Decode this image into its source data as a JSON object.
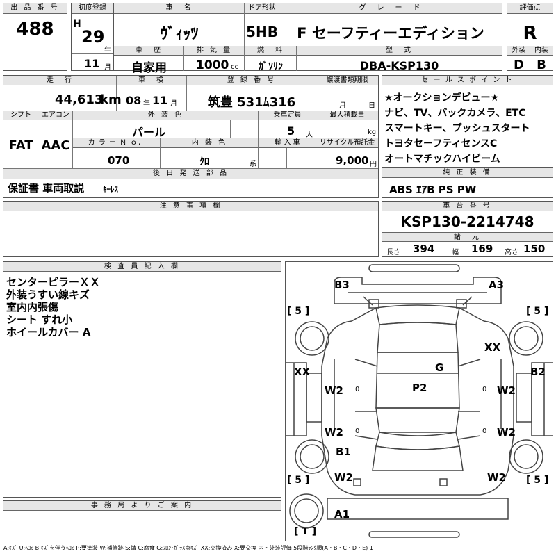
{
  "top": {
    "h_lot": "出 品 番 号",
    "lot": "488",
    "h_first_reg": "初度登録",
    "era": "H",
    "year": "29",
    "year_unit": "年",
    "month": "11",
    "month_unit": "月",
    "h_car_name": "車　名",
    "car_name": "ｳﾞｨｯﾂ",
    "h_door": "ドア形状",
    "door": "5HB",
    "h_grade": "グ　レ　ー　ド",
    "grade": "F セーフティーエディション",
    "h_score": "評価点",
    "score": "R",
    "h_history": "車　歴",
    "history": "自家用",
    "h_displacement": "排 気 量",
    "displacement": "1000",
    "displacement_unit": "cc",
    "h_fuel": "燃　料",
    "fuel": "ｶﾞｿﾘﾝ",
    "h_model": "型　式",
    "model": "DBA-KSP130",
    "h_exterior_grade": "外装",
    "exterior_grade": "D",
    "h_interior_grade": "内装",
    "interior_grade": "B"
  },
  "mid": {
    "h_mileage": "走　行",
    "mileage": "44,613",
    "mileage_unit": "km",
    "h_inspection": "車　検",
    "insp_year": "08",
    "insp_year_unit": "年",
    "insp_month": "11",
    "insp_month_unit": "月",
    "h_plate": "登 録 番 号",
    "plate": "筑豊 531ﾑ316",
    "h_transfer": "譲渡書類期限",
    "transfer_month": "月",
    "transfer_day": "日",
    "h_shift": "シフト",
    "shift": "FAT",
    "h_aircon": "エアコン",
    "aircon": "AAC",
    "h_ext_color": "外 装 色",
    "ext_color": "パール",
    "h_capacity": "乗車定員",
    "capacity": "5",
    "capacity_unit": "人",
    "h_max_load": "最大積載量",
    "max_load_unit": "kg",
    "h_color_no": "カ ラ ー Ｎ ｏ．",
    "color_no": "070",
    "h_int_color": "内 装 色",
    "int_color": "ｸﾛ",
    "int_color_unit": "系",
    "h_import": "輸 入 車",
    "h_recycle": "リサイクル預託金",
    "recycle": "9,000",
    "recycle_unit": "円",
    "h_later_parts": "後 日 発 送 部 品",
    "later_parts_main": "保証書 車両取説",
    "later_parts_sub": "ｷｰﾚｽ"
  },
  "sales_points": {
    "header": "セ ー ル ス ポ イ ン ト",
    "items": [
      "★オークションデビュー★",
      "ナビ、TV、バックカメラ、ETC",
      "スマートキー、プッシュスタート",
      "トヨタセーフティセンスC",
      "オートマチックハイビーム"
    ]
  },
  "equipment": {
    "header": "純 正 装 備",
    "value": "ABS ｴｱB PS PW"
  },
  "notes": {
    "header": "注 意 事 項 欄"
  },
  "chassis": {
    "header": "車 台 番 号",
    "value": "KSP130-2214748",
    "spec_header": "諸　元",
    "length_label": "長さ",
    "length": "394",
    "width_label": "幅",
    "width": "169",
    "height_label": "高さ",
    "height": "150"
  },
  "inspector": {
    "header": "検 査 員 記 入 欄",
    "lines": [
      "センターピラーＸＸ",
      "外装うすい線キズ",
      "室内内張傷",
      "シート すれ小",
      "ホイールカバー A"
    ]
  },
  "office": {
    "header": "事 務 局 よ り ご 案 内"
  },
  "diagram": {
    "marks": [
      "B3",
      "A3",
      "XX",
      "G",
      "XX",
      "B2",
      "P2",
      "W2",
      "W2",
      "W2",
      "W2",
      "B1",
      "W2",
      "W2",
      "A1"
    ],
    "tire_left_top": "[ 5 ]",
    "tire_right_top": "[ 5 ]",
    "tire_left_bottom": "[ 5 ]",
    "tire_right_bottom": "[ 5 ]",
    "spare": "[ T ]",
    "zero": "0"
  },
  "legend": "A:ｷｽﾞ U:ﾍｺﾐ B:ｷｽﾞを伴うﾍｺﾐ P:要塗装 W:補修跡 S:錆 C:腐食 G:ﾌﾛﾝﾄｶﾞﾗｽ点ｷｽﾞ XX:交換済み X:要交換 内・外装評価 5段階ﾗﾝｸ順(A・B・C・D・E) 1"
}
